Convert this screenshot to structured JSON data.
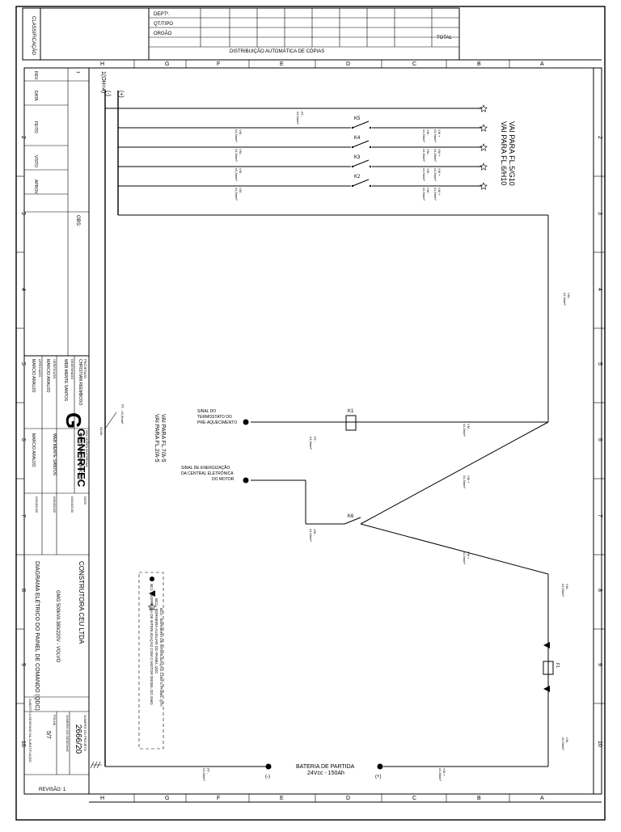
{
  "distribution": {
    "rows": [
      "DEPTº.",
      "QT/TIPO",
      "ORGÃO"
    ],
    "footer": "DISTRIBUIÇÃO AUTOMÁTICA DE CÓPIAS",
    "total": "TOTAL",
    "classification": "CLASSIFICAÇÃO"
  },
  "grid": {
    "letters": [
      "H",
      "G",
      "F",
      "E",
      "D",
      "C",
      "B",
      "A"
    ],
    "numbers": [
      "2",
      "3",
      "4",
      "5",
      "6",
      "7",
      "8",
      "9",
      "10"
    ]
  },
  "revision_block": {
    "headers": [
      "REV.",
      "DATA",
      "FEITO",
      "VISTO",
      "APROV."
    ],
    "first_rev": "1",
    "obs": "OBS:"
  },
  "title_block": {
    "company_logo": "GENERTEC",
    "company_sub": "SOLUÇÕES ELÉTRICAS",
    "projected_label": "PROJETADO",
    "projected": "CHRISTIAN REEMBOSO",
    "drawn_label": "DESENHADO",
    "drawn": "WEB MENTE SANTOS",
    "checked_label": "VERIFICADO",
    "checked": "MARCIO ARAUJO",
    "approved_label": "APROVADO",
    "approved_a": "CHRISTIAN REEMBOSO",
    "approved_b": "WEB MENTE SANTOS",
    "approved_c": "MARCIO ARAUJO",
    "date_label": "DATA",
    "dates": [
      "03/04/2020",
      "03/04/2020",
      "03/04/2020"
    ],
    "client": "CONSTRUTORA CEU LTDA",
    "equipment": "GMG 500kVA 380/220V - VOLVO",
    "drawing_title": "DIAGRAMA ELÉTRICO DO PAINEL DE COMANDO (QDC)",
    "substitutes": "SUBSTITUI DESENHO DA SUBSTITUIÇÃO",
    "project_label": "NÚMERO DO PROJETO",
    "project_no": "2666/20",
    "drawing_no_label": "NÚMERO DO DESENHO",
    "sheet_label": "FOLHA",
    "sheet": "5/7",
    "revision": "REVISÃO: 1"
  },
  "diagram": {
    "bus_minus": "(-)",
    "bus_plus": "(+)",
    "bus_label": "1(OH=4)",
    "bus_cable": "X1/4b\nX1/4b",
    "go_to_top": "VAI PARA FL.5/G10\nVAI PARA FL.6/H10",
    "go_to_mid": "VAI PARA FL.7/A-5\nVAI PARA FL.2/A-5",
    "relays": [
      "K5",
      "K4",
      "K3",
      "K2",
      "K1",
      "K6"
    ],
    "signal_thermostat": "SINAL DO\nTERMOSTATO DO\nPRÉ-AQUECIMENTO",
    "signal_energize": "SINAL DE ENERGIZAÇÃO\nDA CENTRAL ELETRÔNICA\nDO MOTOR",
    "battery": "BATERIA DE PARTIDA",
    "battery_spec": "24Vcc - 150Ah",
    "fuse": "F1",
    "battery_minus": "(-)",
    "battery_plus": "(+)",
    "wire_tags": [
      "PT -\n#1,5mm²",
      "VM -\n#1,5mm²",
      "VM +\n#1,5mm²",
      "VM -\n#2,5mm²",
      "VM +\n#2,5mm²"
    ]
  },
  "legend": {
    "items": [
      "BC1 - BORNEIRA DE INTERLIGAÇÃO COM O MOTOR DIESEL DO GMG",
      "BC2 - BORNEIRA AUXILIAR DO PAINEL QDC",
      "BC3 - BORNEIRA DE INTERLIGAÇÃO COM O PAINEL QTA"
    ]
  }
}
